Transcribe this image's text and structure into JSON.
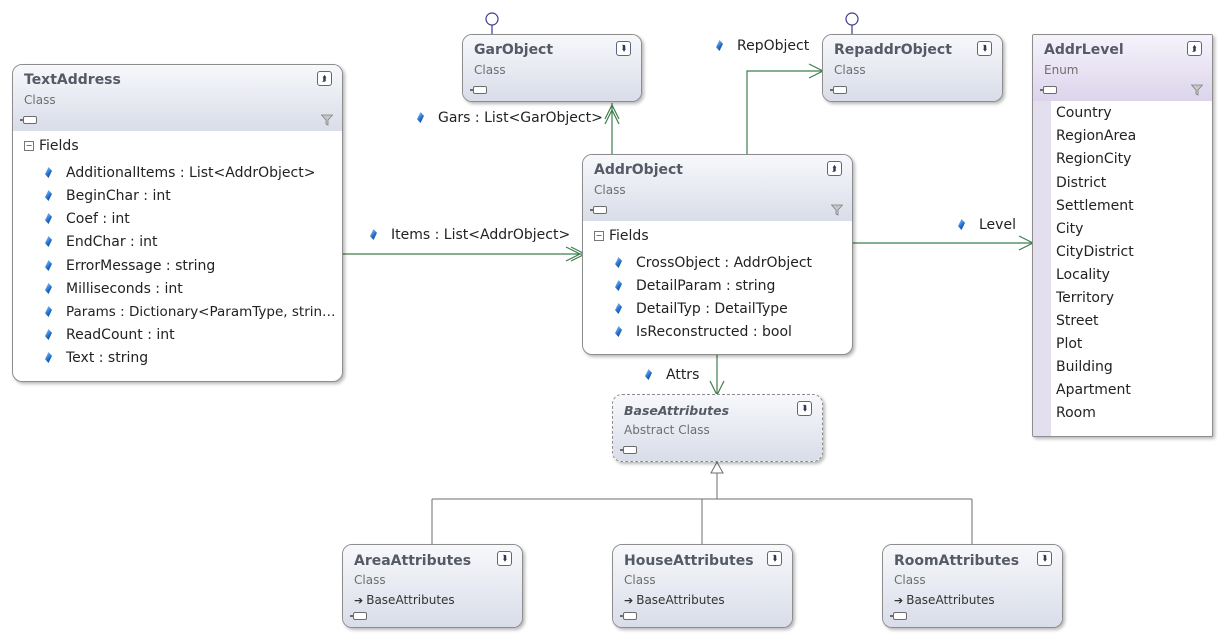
{
  "colors": {
    "relation_line": "#3f7f4d",
    "inheritance_line": "#6e6e6e",
    "interface_lollipop": "#3c3c8c",
    "header_gradient": "#d9dde9",
    "enum_header_gradient": "#dcd4ec"
  },
  "textaddress": {
    "name": "TextAddress",
    "kind": "Class",
    "fields_label": "Fields",
    "fields": [
      "AdditionalItems : List<AddrObject>",
      "BeginChar : int",
      "Coef : int",
      "EndChar : int",
      "ErrorMessage : string",
      "Milliseconds : int",
      "Params : Dictionary<ParamType, strin…",
      "ReadCount : int",
      "Text : string"
    ]
  },
  "garobject": {
    "name": "GarObject",
    "kind": "Class"
  },
  "repaddrobject": {
    "name": "RepaddrObject",
    "kind": "Class"
  },
  "addrobject": {
    "name": "AddrObject",
    "kind": "Class",
    "fields_label": "Fields",
    "fields": [
      "CrossObject : AddrObject",
      "DetailParam : string",
      "DetailTyp : DetailType",
      "IsReconstructed : bool"
    ]
  },
  "addrlevel": {
    "name": "AddrLevel",
    "kind": "Enum",
    "values": [
      "Country",
      "RegionArea",
      "RegionCity",
      "District",
      "Settlement",
      "City",
      "CityDistrict",
      "Locality",
      "Territory",
      "Street",
      "Plot",
      "Building",
      "Apartment",
      "Room"
    ]
  },
  "baseattributes": {
    "name": "BaseAttributes",
    "kind": "Abstract Class"
  },
  "areaattributes": {
    "name": "AreaAttributes",
    "kind": "Class",
    "base": "BaseAttributes"
  },
  "houseattributes": {
    "name": "HouseAttributes",
    "kind": "Class",
    "base": "BaseAttributes"
  },
  "roomattributes": {
    "name": "RoomAttributes",
    "kind": "Class",
    "base": "BaseAttributes"
  },
  "associations": {
    "items": "Items : List<AddrObject>",
    "gars": "Gars : List<GarObject>",
    "repobject": "RepObject",
    "level": "Level",
    "attrs": "Attrs"
  }
}
